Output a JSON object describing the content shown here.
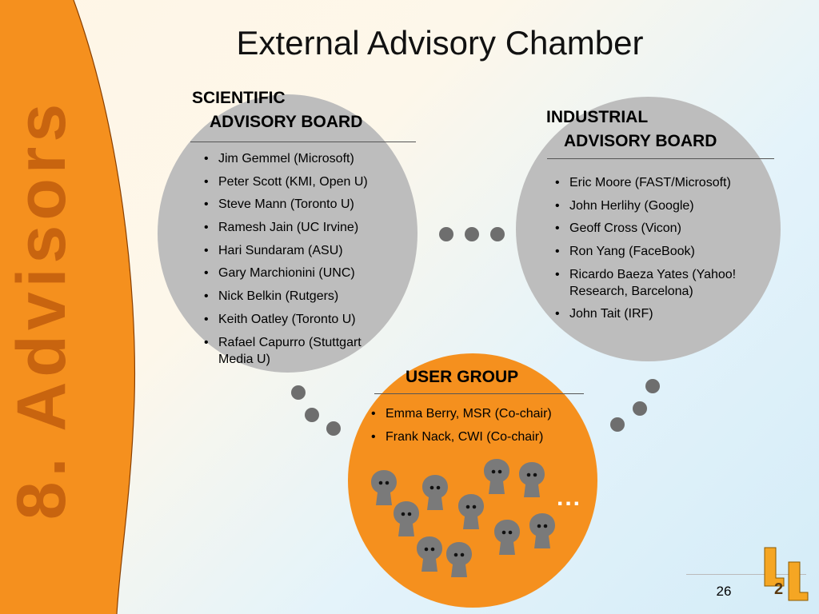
{
  "section_label": "8. Advisors",
  "title": "External Advisory Chamber",
  "scientific_board": {
    "heading_line1": "SCIENTIFIC",
    "heading_line2": "ADVISORY BOARD",
    "members": [
      "Jim Gemmel (Microsoft)",
      "Peter Scott (KMI, Open U)",
      "Steve Mann (Toronto U)",
      "Ramesh Jain (UC Irvine)",
      "Hari Sundaram (ASU)",
      "Gary Marchionini (UNC)",
      "Nick Belkin (Rutgers)",
      "Keith Oatley (Toronto U)",
      "Rafael Capurro (Stuttgart Media U)"
    ]
  },
  "industrial_board": {
    "heading_line1": "INDUSTRIAL",
    "heading_line2": "ADVISORY BOARD",
    "members": [
      "Eric Moore (FAST/Microsoft)",
      "John Herlihy (Google)",
      "Geoff Cross (Vicon)",
      "Ron Yang (FaceBook)",
      "Ricardo Baeza Yates (Yahoo! Research, Barcelona)",
      "John Tait (IRF)"
    ]
  },
  "user_group": {
    "heading": "USER GROUP",
    "members": [
      "Emma Berry, MSR (Co-chair)",
      "Frank Nack, CWI (Co-chair)"
    ],
    "more": "..."
  },
  "colors": {
    "orange": "#f5901e",
    "dark_orange": "#c8640f",
    "circle_grey": "#bdbdbd",
    "dot_grey": "#6e6e6e",
    "person_grey": "#7a7a7a"
  },
  "logo_text": "L2L",
  "page_number": "26"
}
